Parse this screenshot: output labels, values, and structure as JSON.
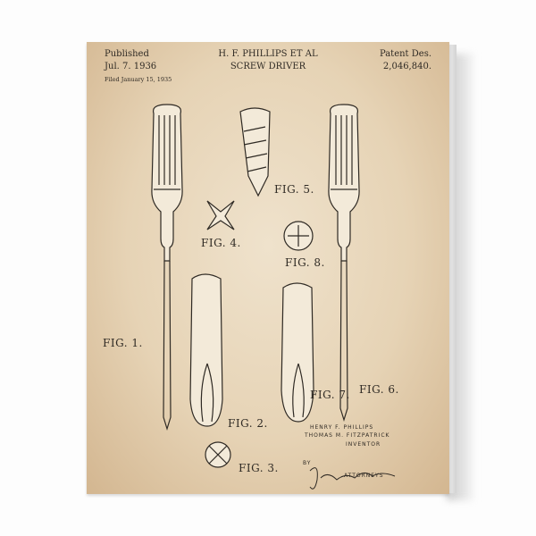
{
  "header": {
    "published_label": "Published",
    "published_date": "Jul. 7. 1936",
    "filed": "Filed January 15, 1935",
    "inventors_title": "H. F. PHILLIPS ET AL",
    "title": "SCREW DRIVER",
    "patent_label": "Patent Des.",
    "patent_number": "2,046,840."
  },
  "figures": [
    "FIG. 1.",
    "FIG. 2.",
    "FIG. 3.",
    "FIG. 4.",
    "FIG. 5.",
    "FIG. 6.",
    "FIG. 7.",
    "FIG. 8."
  ],
  "inventors": {
    "name1": "HENRY F. PHILLIPS",
    "name2": "THOMAS M. FITZPATRICK",
    "label": "INVENTOR",
    "by": "BY",
    "signature": "James D. Gunnan",
    "attorneys": "ATTORNEYS"
  },
  "colors": {
    "paper": "#e6d3b5",
    "ink": "#2f2a24"
  }
}
